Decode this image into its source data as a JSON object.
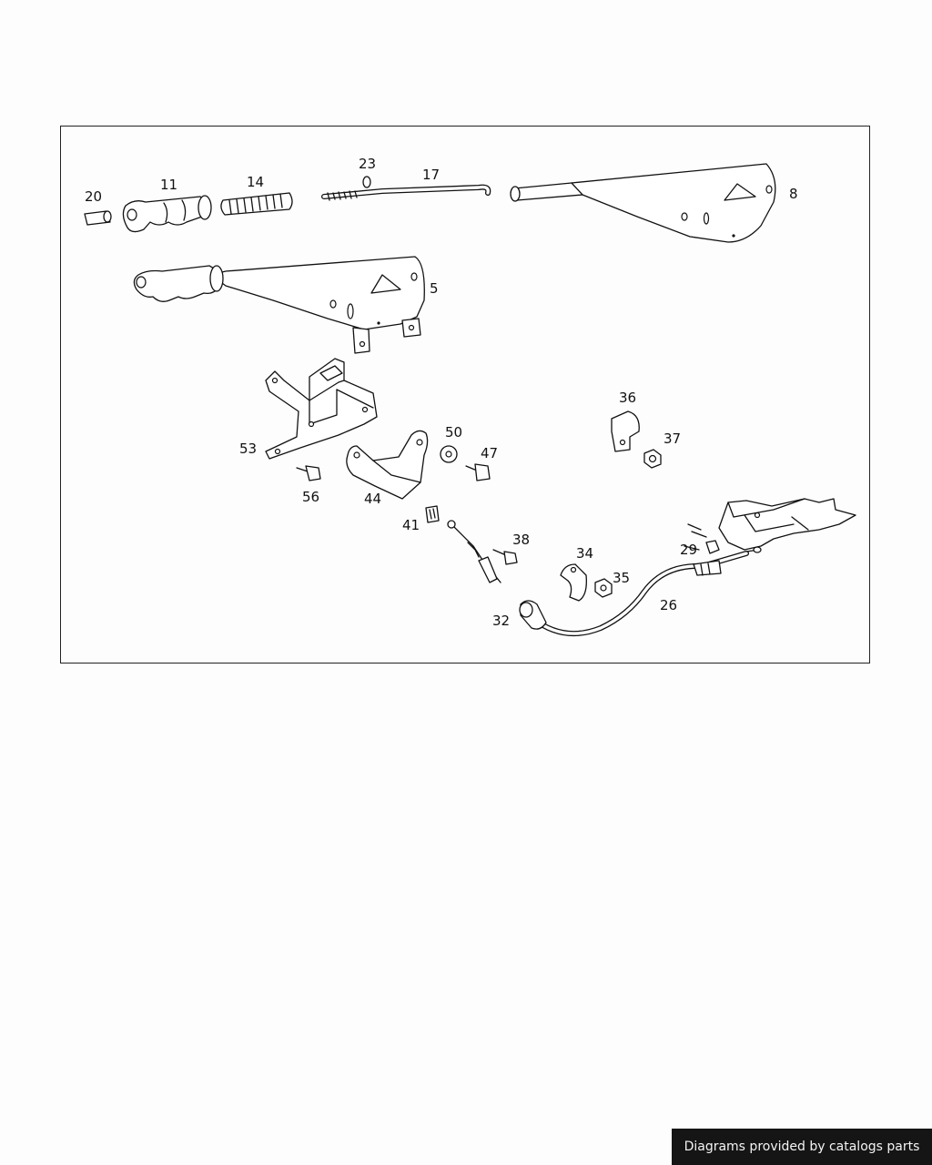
{
  "callouts": {
    "c20": "20",
    "c11": "11",
    "c14": "14",
    "c23": "23",
    "c17": "17",
    "c8": "8",
    "c5": "5",
    "c36": "36",
    "c37": "37",
    "c53": "53",
    "c50": "50",
    "c47": "47",
    "c56": "56",
    "c44": "44",
    "c41": "41",
    "c38": "38",
    "c34": "34",
    "c35": "35",
    "c29": "29",
    "c26": "26",
    "c32": "32"
  },
  "footer": {
    "text": "Diagrams provided by catalogs parts"
  }
}
